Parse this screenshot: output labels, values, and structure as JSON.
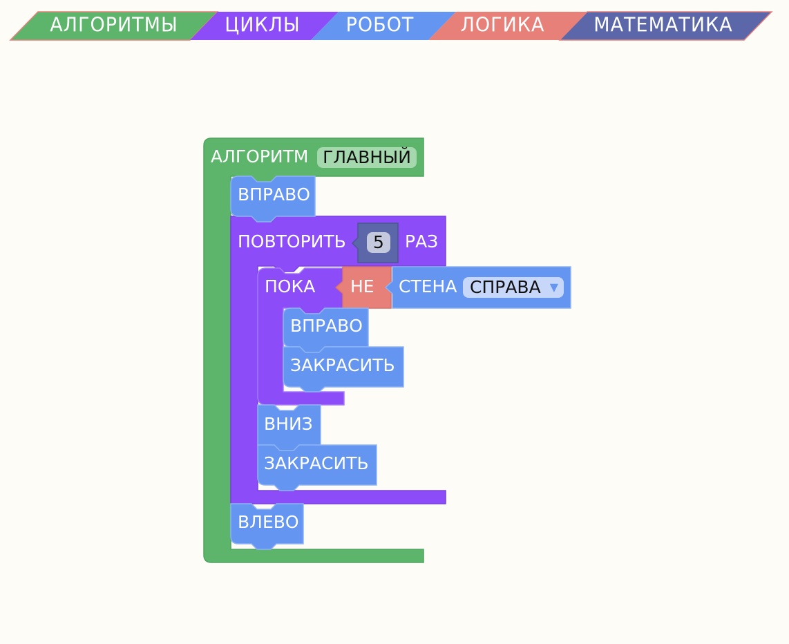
{
  "toolbox": {
    "tabs": [
      {
        "label": "АЛГОРИТМЫ",
        "color": "#5cb56b"
      },
      {
        "label": "ЦИКЛЫ",
        "color": "#8c4cf7"
      },
      {
        "label": "РОБОТ",
        "color": "#6495f0"
      },
      {
        "label": "ЛОГИКА",
        "color": "#e8807a"
      },
      {
        "label": "МАТЕМАТИКА",
        "color": "#5b67a8"
      }
    ]
  },
  "program": {
    "algorithm_label": "АЛГОРИТМ",
    "algorithm_name": "ГЛАВНЫЙ",
    "move_right_1": "ВПРАВО",
    "repeat_label": "ПОВТОРИТЬ",
    "repeat_count": "5",
    "repeat_suffix": "РАЗ",
    "while_label": "ПОКА",
    "not_label": "НЕ",
    "wall_label": "СТЕНА",
    "wall_direction": "СПРАВА",
    "move_right_2": "ВПРАВО",
    "paint_1": "ЗАКРАСИТЬ",
    "move_down": "ВНИЗ",
    "paint_2": "ЗАКРАСИТЬ",
    "move_left": "ВЛЕВО"
  },
  "colors": {
    "algorithms": "#5cb56b",
    "loops": "#8c4cf7",
    "robot": "#6495f0",
    "logic": "#e8807a",
    "math": "#5b67a8",
    "background": "#fdfcf7"
  }
}
